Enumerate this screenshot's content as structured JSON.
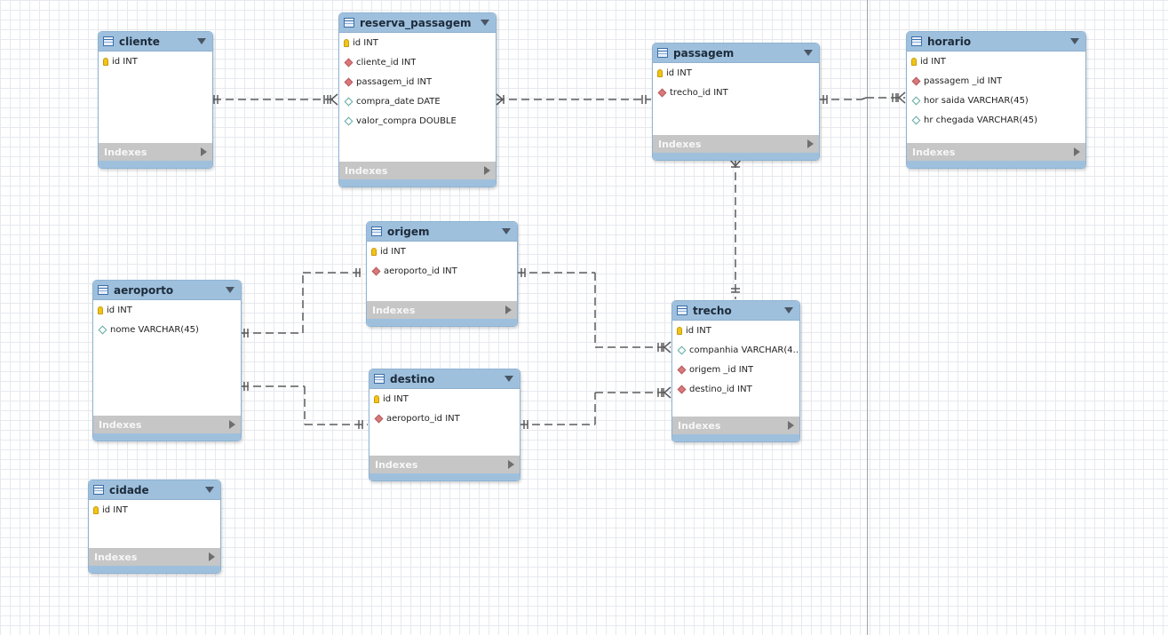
{
  "diagram": {
    "indexes_label": "Indexes",
    "tables": {
      "cliente": {
        "title": "cliente",
        "columns": [
          {
            "name": "id INT",
            "key": "pk"
          }
        ]
      },
      "reserva_passagem": {
        "title": "reserva_passagem",
        "columns": [
          {
            "name": "id INT",
            "key": "pk"
          },
          {
            "name": "cliente_id INT",
            "key": "fk"
          },
          {
            "name": "passagem_id INT",
            "key": "fk"
          },
          {
            "name": "compra_date DATE",
            "key": "attr"
          },
          {
            "name": "valor_compra DOUBLE",
            "key": "attr"
          }
        ]
      },
      "passagem": {
        "title": "passagem",
        "columns": [
          {
            "name": "id INT",
            "key": "pk"
          },
          {
            "name": "trecho_id INT",
            "key": "fk"
          }
        ]
      },
      "horario": {
        "title": "horario",
        "columns": [
          {
            "name": "id INT",
            "key": "pk"
          },
          {
            "name": "passagem _id INT",
            "key": "fk"
          },
          {
            "name": "hor saida VARCHAR(45)",
            "key": "attr"
          },
          {
            "name": "hr chegada VARCHAR(45)",
            "key": "attr"
          }
        ]
      },
      "origem": {
        "title": "origem",
        "columns": [
          {
            "name": "id INT",
            "key": "pk"
          },
          {
            "name": "aeroporto_id INT",
            "key": "fk"
          }
        ]
      },
      "aeroporto": {
        "title": "aeroporto",
        "columns": [
          {
            "name": "id INT",
            "key": "pk"
          },
          {
            "name": "nome VARCHAR(45)",
            "key": "attr"
          }
        ]
      },
      "destino": {
        "title": "destino",
        "columns": [
          {
            "name": "id INT",
            "key": "pk"
          },
          {
            "name": "aeroporto_id INT",
            "key": "fk"
          }
        ]
      },
      "trecho": {
        "title": "trecho",
        "columns": [
          {
            "name": "id INT",
            "key": "pk"
          },
          {
            "name": "companhia VARCHAR(4...",
            "key": "attr"
          },
          {
            "name": "origem _id INT",
            "key": "fk"
          },
          {
            "name": "destino_id INT",
            "key": "fk"
          }
        ]
      },
      "cidade": {
        "title": "cidade",
        "columns": [
          {
            "name": "id INT",
            "key": "pk"
          }
        ]
      }
    },
    "colors": {
      "header": "#9ec0dd",
      "indexes_bar": "#c6c6c6",
      "connector": "#5b5b5b",
      "primary_key": "#f0c419",
      "foreign_key": "#d9797c",
      "attribute": "#5fa9a0"
    }
  }
}
